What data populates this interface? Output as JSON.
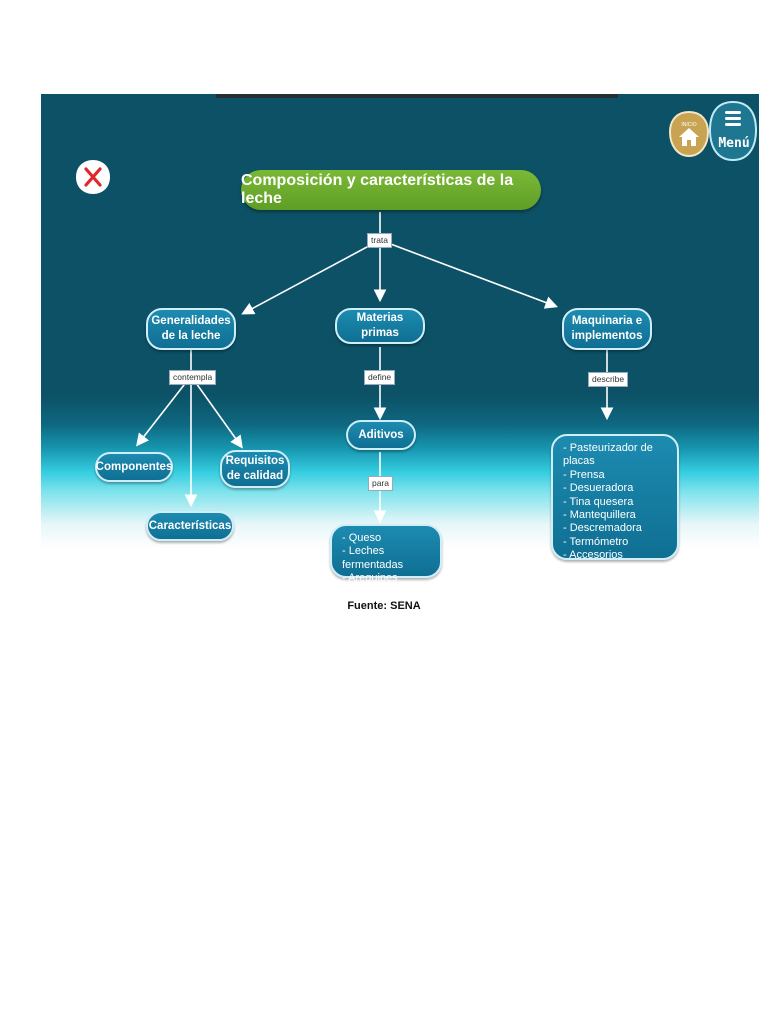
{
  "header": {
    "home_label": "INICIO",
    "menu_label": "Menú"
  },
  "diagram": {
    "title": "Composición y características de la leche",
    "link_trata": "trata",
    "branches": {
      "generalidades": {
        "label": "Generalidades de la leche",
        "link": "contempla",
        "children": [
          "Componentes",
          "Requisitos de calidad",
          "Características"
        ]
      },
      "materias": {
        "label": "Materias primas",
        "link": "define",
        "child": "Aditivos",
        "link2": "para",
        "items": [
          "- Queso",
          "- Leches fermentadas",
          "- Arequipes"
        ]
      },
      "maquinaria": {
        "label": "Maquinaria e implementos",
        "link": "describe",
        "items": [
          "- Pasteurizador de placas",
          "- Prensa",
          "- Desueradora",
          "- Tina quesera",
          "- Mantequillera",
          "- Descremadora",
          "- Termómetro",
          "- Accesorios"
        ]
      }
    }
  },
  "source": "Fuente: SENA",
  "colors": {
    "title_green": "#6aab2e",
    "node_blue": "#1782a8",
    "bg_dark": "#0c5165",
    "bg_light": "#35cde0"
  }
}
